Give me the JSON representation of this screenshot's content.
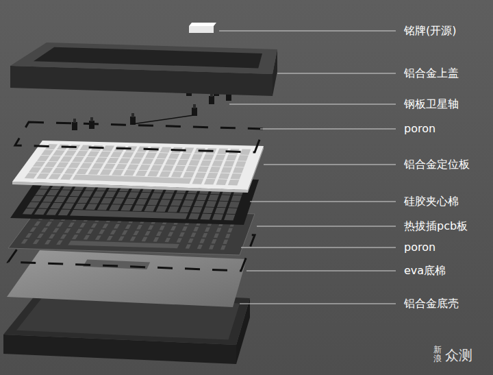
{
  "diagram": {
    "labels": [
      "铭牌(开源)",
      "铝合金上盖",
      "钢板卫星轴",
      "poron",
      "铝合金定位板",
      "硅胶夹心棉",
      "热拔插pcb板",
      "poron",
      "eva底棉",
      "铝合金底壳",
      "新浪",
      "众测"
    ]
  }
}
